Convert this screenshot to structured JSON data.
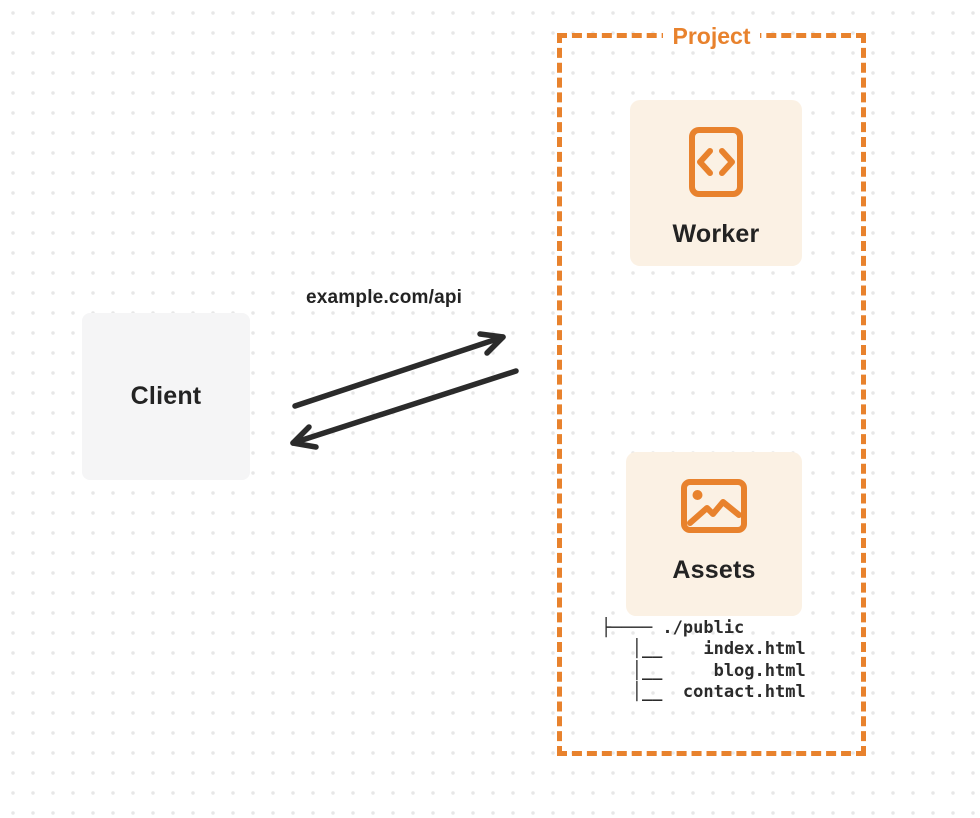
{
  "colors": {
    "accent": "#E8822D",
    "card_bg": "#FBF1E4",
    "client_bg": "#F5F5F6",
    "ink": "#232323",
    "arrow": "#2B2B2B",
    "dot": "#E7E7E7",
    "label_bg": "#FFFFFF"
  },
  "client": {
    "label": "Client"
  },
  "connection": {
    "label": "example.com/api"
  },
  "project": {
    "title": "Project",
    "worker": {
      "label": "Worker",
      "icon": "code-file-icon"
    },
    "assets": {
      "label": "Assets",
      "icon": "image-icon"
    },
    "file_tree": {
      "lines": [
        "├──── ./public",
        "   │__    index.html",
        "   │__     blog.html",
        "   │__  contact.html"
      ]
    }
  }
}
